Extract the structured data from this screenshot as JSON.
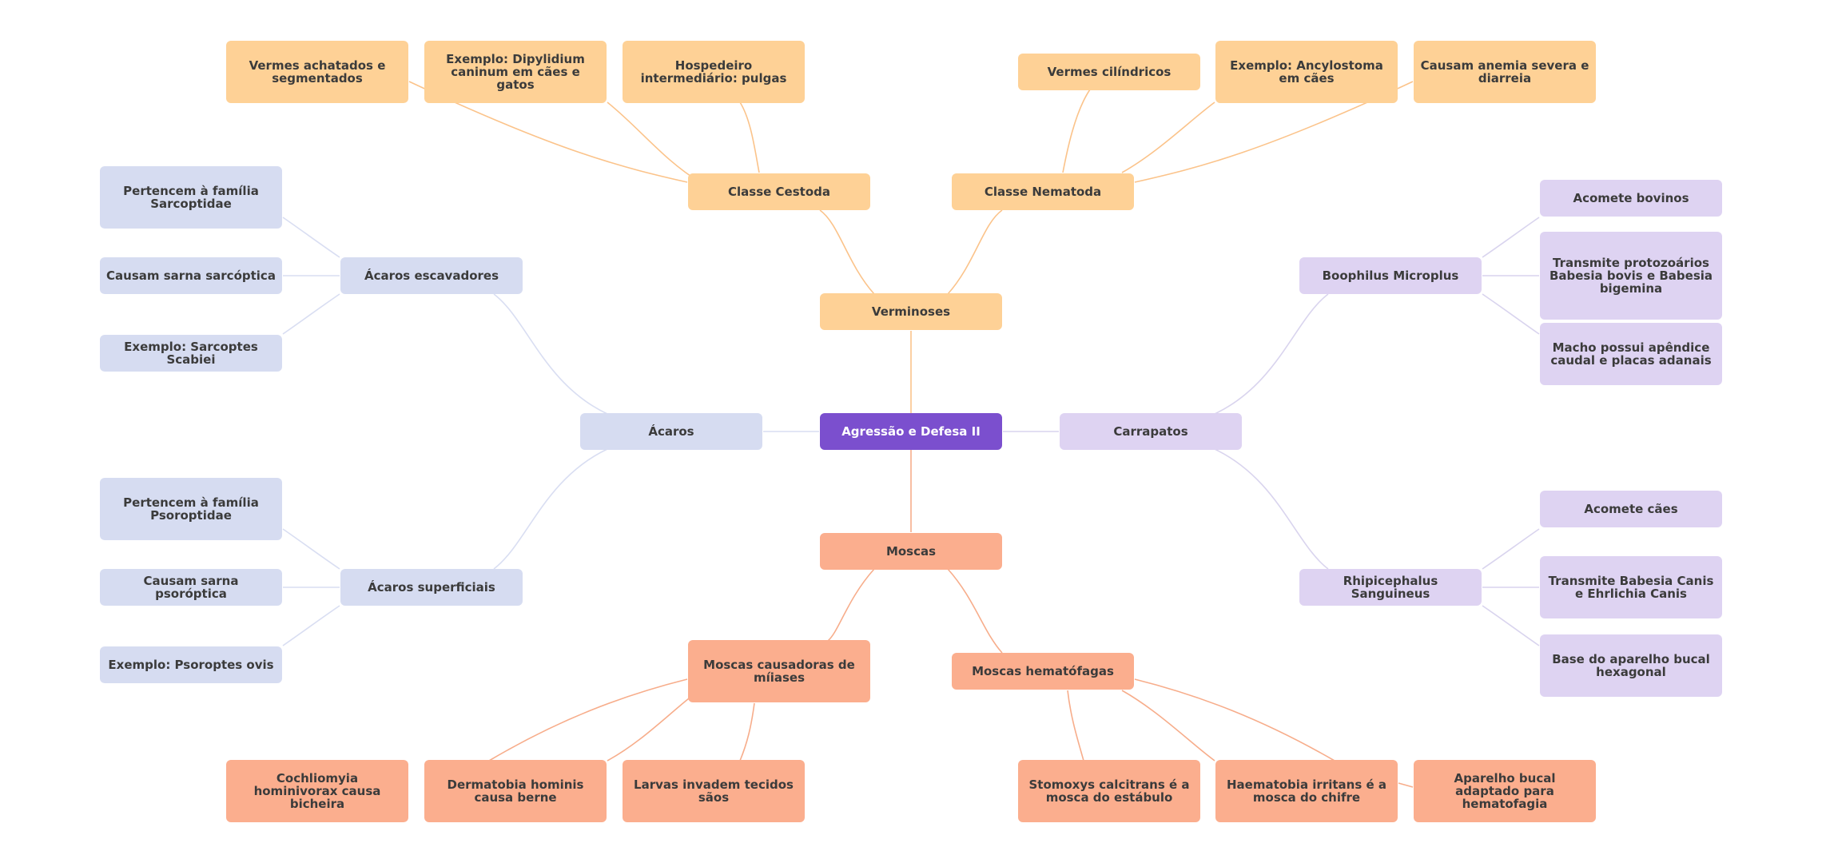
{
  "colors": {
    "center": "#7b4fce",
    "verminoses": "#fed196",
    "acaros": "#d6dcf1",
    "carrapatos": "#ded3f2",
    "moscas": "#fbae8e",
    "link_orange": "#fbc38a",
    "link_blue": "#d9def2",
    "link_purple": "#d9d4ee",
    "link_salmon": "#f7ad8b"
  },
  "center": {
    "label": "Agressão e Defesa II"
  },
  "verminoses": {
    "label": "Verminoses",
    "cestoda": {
      "label": "Classe Cestoda",
      "items": [
        "Vermes achatados e segmentados",
        "Exemplo: Dipylidium caninum em cães e gatos",
        "Hospedeiro intermediário: pulgas"
      ]
    },
    "nematoda": {
      "label": "Classe Nematoda",
      "items": [
        "Vermes cilíndricos",
        "Exemplo: Ancylostoma em cães",
        "Causam anemia severa e diarreia"
      ]
    }
  },
  "acaros": {
    "label": "Ácaros",
    "escavadores": {
      "label": "Ácaros escavadores",
      "items": [
        "Pertencem à família Sarcoptidae",
        "Causam sarna sarcóptica",
        "Exemplo: Sarcoptes Scabiei"
      ]
    },
    "superficiais": {
      "label": "Ácaros superficiais",
      "items": [
        "Pertencem à família Psoroptidae",
        "Causam sarna psoróptica",
        "Exemplo: Psoroptes ovis"
      ]
    }
  },
  "carrapatos": {
    "label": "Carrapatos",
    "boophilus": {
      "label": "Boophilus Microplus",
      "items": [
        "Acomete bovinos",
        "Transmite protozoários Babesia bovis e Babesia bigemina",
        "Macho possui apêndice caudal e placas adanais"
      ]
    },
    "rhipicephalus": {
      "label": "Rhipicephalus Sanguineus",
      "items": [
        "Acomete cães",
        "Transmite Babesia Canis e Ehrlichia Canis",
        "Base do aparelho bucal hexagonal"
      ]
    }
  },
  "moscas": {
    "label": "Moscas",
    "miiases": {
      "label": "Moscas causadoras de míiases",
      "items": [
        "Cochliomyia hominivorax causa bicheira",
        "Dermatobia hominis causa berne",
        "Larvas invadem tecidos sãos"
      ]
    },
    "hematofagas": {
      "label": "Moscas hematófagas",
      "items": [
        "Stomoxys calcitrans é a mosca do estábulo",
        "Haematobia irritans é a mosca do chifre",
        "Aparelho bucal adaptado para hematofagia"
      ]
    }
  }
}
